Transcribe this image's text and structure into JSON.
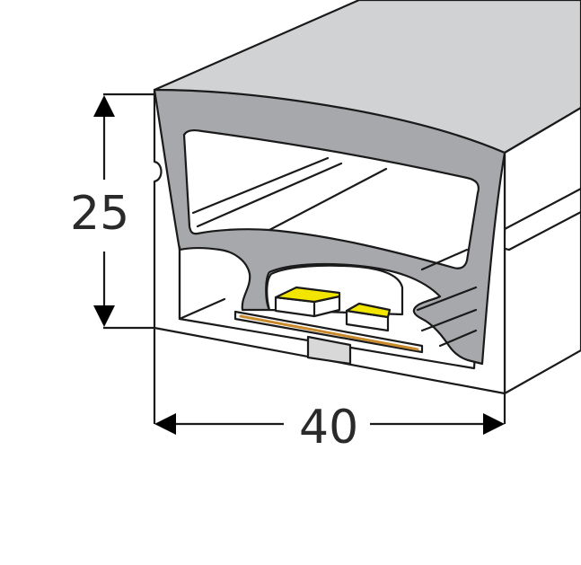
{
  "diagram": {
    "subject": "LED neon flex profile cross-section",
    "dimensions": {
      "height": {
        "value": "25",
        "orientation": "vertical"
      },
      "width": {
        "value": "40",
        "orientation": "horizontal"
      }
    },
    "components": [
      {
        "name": "outer-housing",
        "color": "#ffffff"
      },
      {
        "name": "top-surface",
        "color": "#d1d2d4"
      },
      {
        "name": "diffuser-lens",
        "color": "#a7a8ab"
      },
      {
        "name": "led-chip-1",
        "color": "#f2e600"
      },
      {
        "name": "led-chip-2",
        "color": "#f2e600"
      },
      {
        "name": "pcb-strip",
        "color": "#c88a2c"
      },
      {
        "name": "base-tab",
        "color": "#d8d8d8"
      }
    ],
    "colors": {
      "outline": "#1a1a1a",
      "top_face": "#d1d2d4",
      "lens": "#a7a8ab",
      "led": "#f2e600",
      "pcb": "#c88a2c",
      "tab": "#d8d8d8"
    }
  }
}
